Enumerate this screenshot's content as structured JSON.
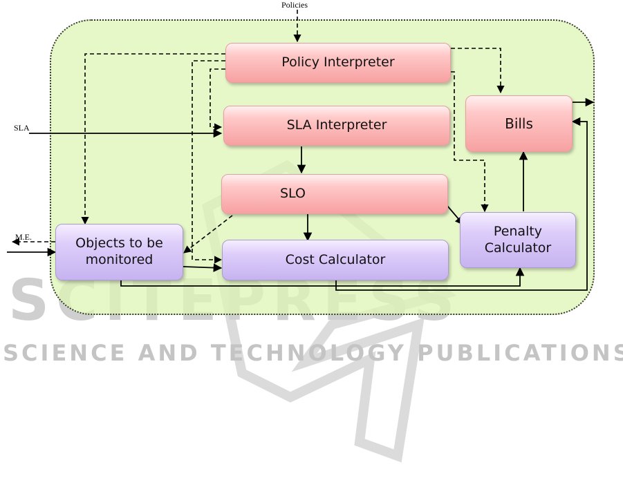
{
  "diagram": {
    "inputs": {
      "policies": "Policies",
      "sla": "SLA",
      "me": "M.E."
    },
    "nodes": {
      "policy_interpreter": "Policy Interpreter",
      "sla_interpreter": "SLA Interpreter",
      "slo": "SLO",
      "bills": "Bills",
      "penalty_calculator": "Penalty Calculator",
      "objects_monitored": "Objects to be monitored",
      "cost_calculator": "Cost Calculator"
    }
  },
  "watermark": {
    "word": "SCITEPRESS",
    "tagline": "SCIENCE AND TECHNOLOGY PUBLICATIONS"
  },
  "colors": {
    "panel_fill": "#e6f7c6",
    "interpreter_fill": "#f7a1a1",
    "calculator_fill": "#c6b3f0",
    "watermark": "#c4c4c4"
  }
}
